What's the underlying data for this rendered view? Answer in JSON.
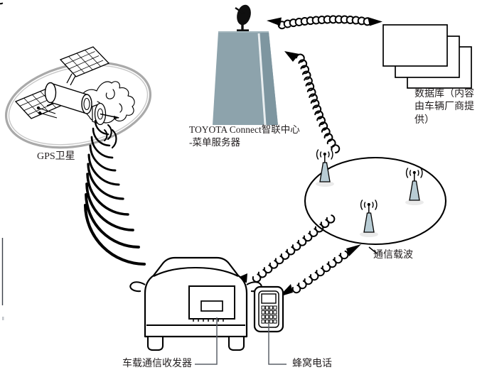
{
  "diagram": {
    "title": "TOYOTA Connect telematics system architecture",
    "background_color": "#ffffff",
    "stroke_color": "#000000",
    "tower_fill": "#8da3ac",
    "cell_tower_fill": "#b8ccd4",
    "orbit_ring_color": "#a8a8a8",
    "text_color": "#231f20"
  },
  "labels": {
    "gps_satellite": "GPS卫星",
    "toyota_center": "TOYOTA Connect智联中心\n-菜单服务器",
    "database": "数据库（内容由车辆厂商提供）",
    "carrier": "通信载波",
    "vehicle_transceiver": "车载通信收发器",
    "cellular_phone": "蜂窝电话"
  },
  "nodes": {
    "satellite": {
      "name": "GPS卫星",
      "icon": "satellite-icon",
      "panels": 2,
      "has_dish": true,
      "orbit_ring": true
    },
    "toyota_tower": {
      "name": "TOYOTA Connect智联中心-菜单服务器",
      "icon": "broadcast-tower-icon",
      "fill": "#8da3ac",
      "has_dish": true
    },
    "database": {
      "name": "数据库（内容由车辆厂商提供）",
      "icon": "database-stack-icon",
      "sheets": 3
    },
    "carrier_network": {
      "name": "通信载波",
      "icon": "cell-network-icon",
      "cell_towers": 3
    },
    "car": {
      "name": "车载通信收发器",
      "icon": "car-front-icon",
      "has_transceiver_box": true
    },
    "phone": {
      "name": "蜂窝电话",
      "icon": "cellphone-icon",
      "keypad_rows": 4,
      "keypad_cols": 4
    }
  },
  "links": [
    {
      "from": "toyota_tower",
      "to": "database",
      "style": "wave",
      "direction": "bidirectional"
    },
    {
      "from": "carrier_network",
      "to": "toyota_tower",
      "style": "wave",
      "direction": "to-tower"
    },
    {
      "from": "satellite",
      "to": "car",
      "style": "arc-burst",
      "direction": "downlink"
    },
    {
      "from": "car",
      "to": "carrier_network",
      "style": "wave",
      "direction": "bidirectional"
    },
    {
      "from": "phone",
      "to": "carrier_network",
      "style": "wave",
      "direction": "bidirectional"
    }
  ]
}
